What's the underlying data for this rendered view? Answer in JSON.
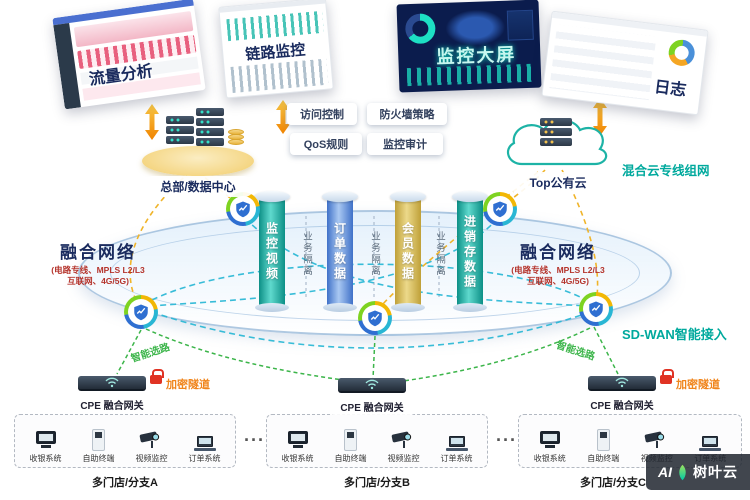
{
  "screens": {
    "traffic": "流量分析",
    "link": "链路监控",
    "dashboard": "监控大屏",
    "logs": "日志"
  },
  "policies": {
    "access": "访问控制",
    "firewall": "防火墙策略",
    "qos": "QoS规则",
    "audit": "监控审计"
  },
  "nodes": {
    "datacenter": "总部/数据中心",
    "cloud": "Top公有云"
  },
  "annotations": {
    "hybrid": "混合云专线组网",
    "sdwan": "SD-WAN智能接入",
    "smart_routing": "智能选路",
    "encrypted_tunnel": "加密隧道",
    "isolation": "业务隔离",
    "ellipsis": "···"
  },
  "pillars": [
    "监控视频",
    "订单数据",
    "会员数据",
    "进销存数据"
  ],
  "fusion": {
    "title": "融合网络",
    "sub1": "(电路专线、MPLS L2/L3",
    "sub2": "互联网、4G/5G)"
  },
  "cpe_label": "CPE 融合网关",
  "devices": [
    "收银系统",
    "自助终端",
    "视频监控",
    "订单系统"
  ],
  "branches": [
    "多门店/分支A",
    "多门店/分支B",
    "多门店/分支C"
  ],
  "watermark": {
    "logo": "AI",
    "name": "树叶云"
  },
  "colors": {
    "teal_accent": "#00a99d",
    "navy_text": "#1a2b5e",
    "orange_arrow": "#f08300",
    "green_route": "#3cb54a",
    "red_subtitle": "#b5342c",
    "cyan_link": "#24b6d4",
    "yellow_link": "#f0b429",
    "pillar_teal": "#0c8f86",
    "pillar_blue": "#3f71c8",
    "pillar_yellow": "#bfa038"
  }
}
